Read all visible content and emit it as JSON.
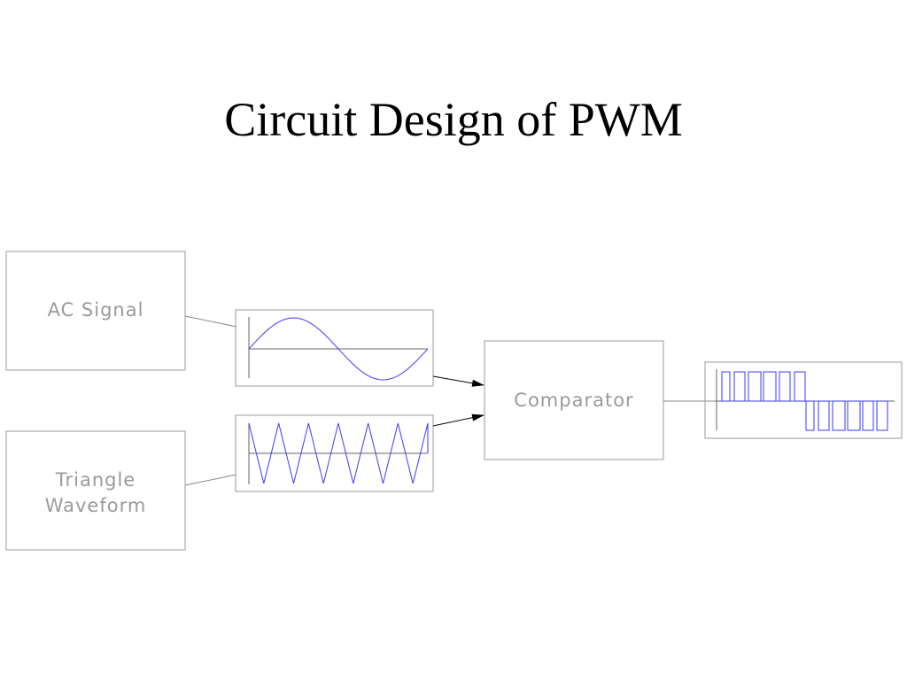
{
  "title": "Circuit Design of PWM",
  "blocks": {
    "ac_signal": "AC Signal",
    "triangle_line1": "Triangle",
    "triangle_line2": "Waveform",
    "comparator": "Comparator"
  },
  "colors": {
    "box_stroke": "#9a9a9a",
    "wave": "#3a3aff",
    "axis": "#666666",
    "arrow": "#000000"
  }
}
